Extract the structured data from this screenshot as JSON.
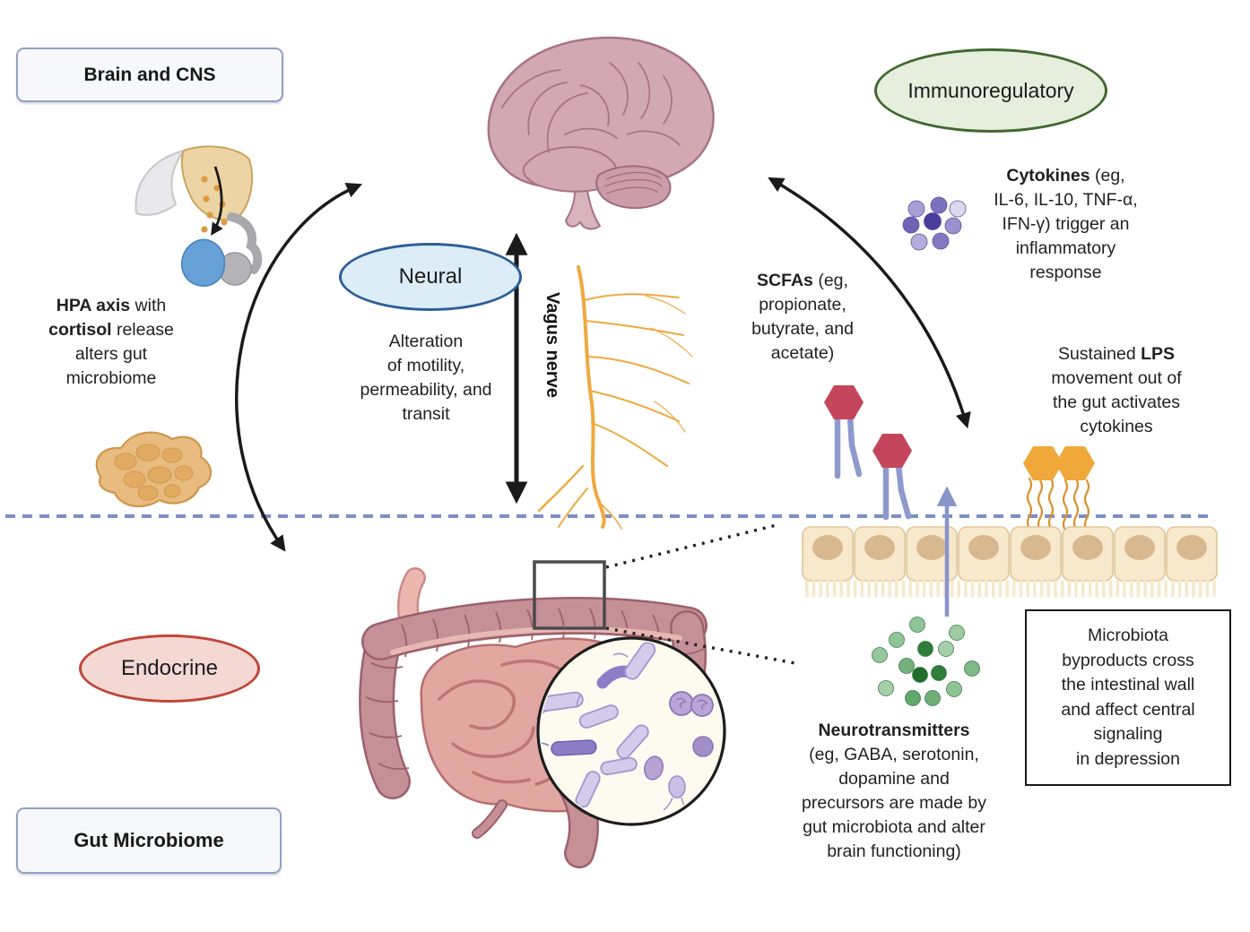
{
  "figure": {
    "title_implicit": "Gut-brain axis pathways diagram",
    "pathways": [
      "Neural",
      "Endocrine",
      "Immunoregulatory"
    ]
  },
  "labels": {
    "brain_cns": "Brain and CNS",
    "gut_microbiome": "Gut Microbiome",
    "neural": "Neural",
    "endocrine": "Endocrine",
    "immunoregulatory": "Immunoregulatory",
    "vagus_nerve": "Vagus nerve"
  },
  "texts": {
    "hpa": {
      "b1": "HPA axis",
      "r1": " with",
      "b2": "cortisol",
      "r2": " release",
      "l3": "alters gut",
      "l4": "microbiome"
    },
    "alteration": {
      "l1": "Alteration",
      "l2": "of motility,",
      "l3": "permeability, and",
      "l4": "transit"
    },
    "cytokines": {
      "b1": "Cytokines",
      "r1": " (eg,",
      "l2": "IL-6, IL-10, TNF-α,",
      "l3": "IFN-γ) trigger an",
      "l4": "inflammatory",
      "l5": "response"
    },
    "scfas": {
      "b1": "SCFAs",
      "r1": " (eg,",
      "l2": "propionate,",
      "l3": "butyrate, and",
      "l4": "acetate)"
    },
    "lps": {
      "r1": "Sustained ",
      "b1": "LPS",
      "l2": "movement out of",
      "l3": "the gut activates",
      "l4": "cytokines"
    },
    "neurotransmitters": {
      "b1": "Neurotransmitters",
      "l2": "(eg, GABA, serotonin,",
      "l3": "dopamine and",
      "l4": "precursors are made by",
      "l5": "gut microbiota and alter",
      "l6": "brain functioning)"
    },
    "microbiota_box": {
      "l1": "Microbiota",
      "l2": "byproducts cross",
      "l3": "the intestinal wall",
      "l4": "and affect central",
      "l5": "signaling",
      "l6": "in depression"
    }
  },
  "icons": {
    "brain-illustration": "pink lateral brain with cerebellum and brainstem",
    "pituitary-hpa-icon": "hypothalamus-pituitary cross-section with cortisol dots and arrow",
    "adrenal-gland-icon": "tan lumpy adrenal gland",
    "vagus-nerve-icon": "yellow branching nerve fibers",
    "vagus-double-arrow": "black vertical double-headed arrow",
    "intestine-illustration": "colon frame with small-intestine coils",
    "magnifier-square": "zoom square on colon",
    "bacteria-lens-icon": "circle with purple gut bacteria",
    "epithelial-cells-icon": "row of 8 beige intestinal epithelial cells with microvilli",
    "scfa-molecule-icon": "red hexagon with two blue tails",
    "lps-molecule-icon": "orange hexagon with wavy tails",
    "cytokine-dots-icon": "cluster of purple spheres",
    "neurotransmitter-dots-icon": "cluster of green spheres",
    "permeability-arrow": "blue arrow up through epithelium",
    "gut-barrier-dashed-line": "blue dashed horizontal line"
  },
  "colors": {
    "neural_border": "#2d5e97",
    "neural_fill": "#dcedf7",
    "endocrine_border": "#c04537",
    "endocrine_fill": "#f4d8d4",
    "immuno_border": "#41682f",
    "immuno_fill": "#e6efdd",
    "label_box_border": "#93a1c6",
    "label_box_fill": "#f6f8fc",
    "dashed_line": "#7d8ec3",
    "vagus_yellow": "#efa93f",
    "scfa_red": "#c4455c",
    "scfa_tail_blue": "#8e99cd",
    "lps_orange": "#f0a83a",
    "cytokine_purple": "#4a3d9e",
    "neurotransmitter_green": "#2e7d3a",
    "cell_beige": "#f8e9cc",
    "cell_nucleus": "#d8b98f",
    "brain_pink": "#d2a8b3",
    "colon_pink": "#c69097",
    "small_intestine_pink": "#e2a7a1",
    "bacteria_purple": "#8b7ec6",
    "arrow_black": "#1a1a1a"
  }
}
